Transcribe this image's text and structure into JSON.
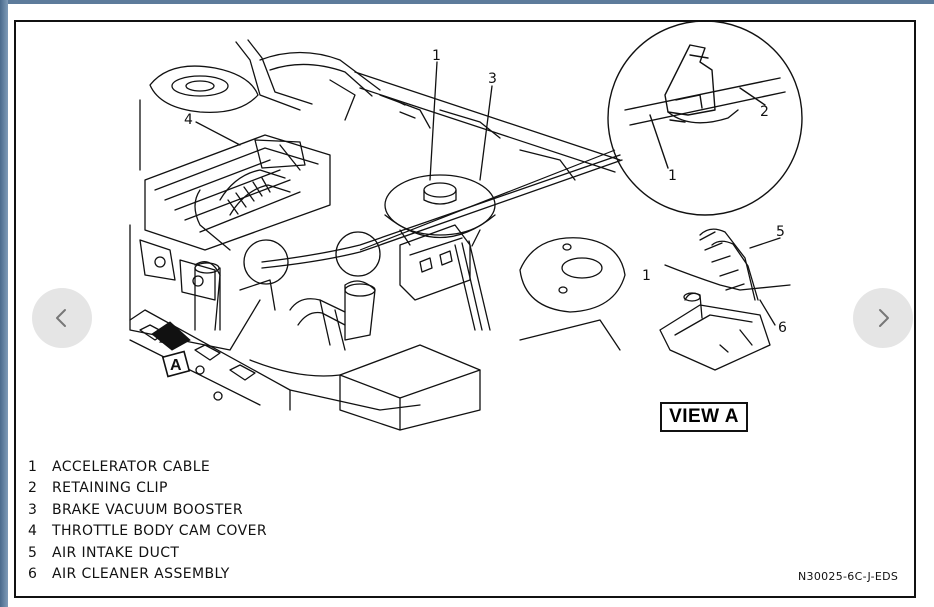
{
  "figure": {
    "legend": [
      {
        "num": "1",
        "label": "ACCELERATOR CABLE"
      },
      {
        "num": "2",
        "label": "RETAINING CLIP"
      },
      {
        "num": "3",
        "label": "BRAKE VACUUM BOOSTER"
      },
      {
        "num": "4",
        "label": "THROTTLE BODY CAM COVER"
      },
      {
        "num": "5",
        "label": "AIR INTAKE DUCT"
      },
      {
        "num": "6",
        "label": "AIR CLEANER ASSEMBLY"
      }
    ],
    "view_label": "VIEW A",
    "view_arrow_letter": "A",
    "drawing_code": "N30025-6C-J-EDS",
    "callouts": {
      "main_1": "1",
      "main_3": "3",
      "main_4": "4",
      "detail_1": "1",
      "detail_2": "2",
      "view_1": "1",
      "view_5": "5",
      "view_6": "6"
    }
  },
  "carousel": {
    "prev_icon": "chevron-left-icon",
    "next_icon": "chevron-right-icon"
  }
}
